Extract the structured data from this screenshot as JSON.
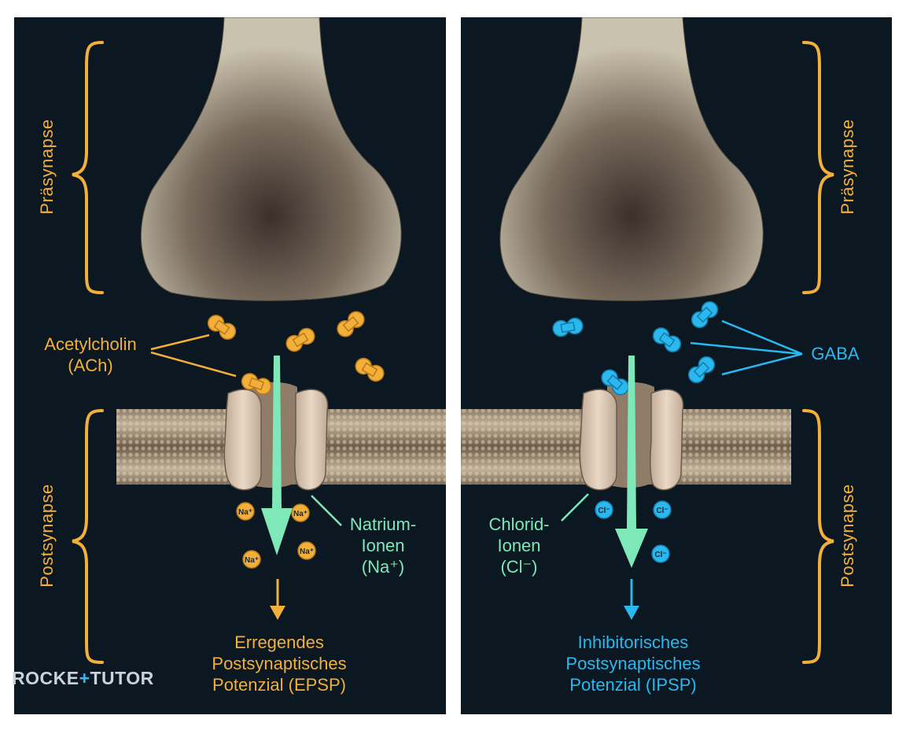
{
  "left_panel": {
    "presynapse_label": "Präsynapse",
    "postsynapse_label": "Postsynapse",
    "neurotransmitter_line1": "Acetylcholin",
    "neurotransmitter_line2": "(ACh)",
    "ion_label_line1": "Natrium-",
    "ion_label_line2": "Ionen",
    "ion_label_line3": "(Na⁺)",
    "ion_symbol": "Na⁺",
    "result_line1": "Erregendes",
    "result_line2": "Postsynaptisches",
    "result_line3": "Potenzial (EPSP)"
  },
  "right_panel": {
    "presynapse_label": "Präsynapse",
    "postsynapse_label": "Postsynapse",
    "neurotransmitter": "GABA",
    "ion_label_line1": "Chlorid-",
    "ion_label_line2": "Ionen",
    "ion_label_line3": "(Cl⁻)",
    "ion_symbol": "Cl⁻",
    "result_line1": "Inhibitorisches",
    "result_line2": "Postsynaptisches",
    "result_line3": "Potenzial (IPSP)"
  },
  "logo": {
    "part1": "ROCKE",
    "part2": "+",
    "part3": "TUTOR"
  },
  "colors": {
    "background": "#0b1721",
    "orange": "#f2b03a",
    "blue": "#2ab8ee",
    "green": "#7ee8b9"
  }
}
